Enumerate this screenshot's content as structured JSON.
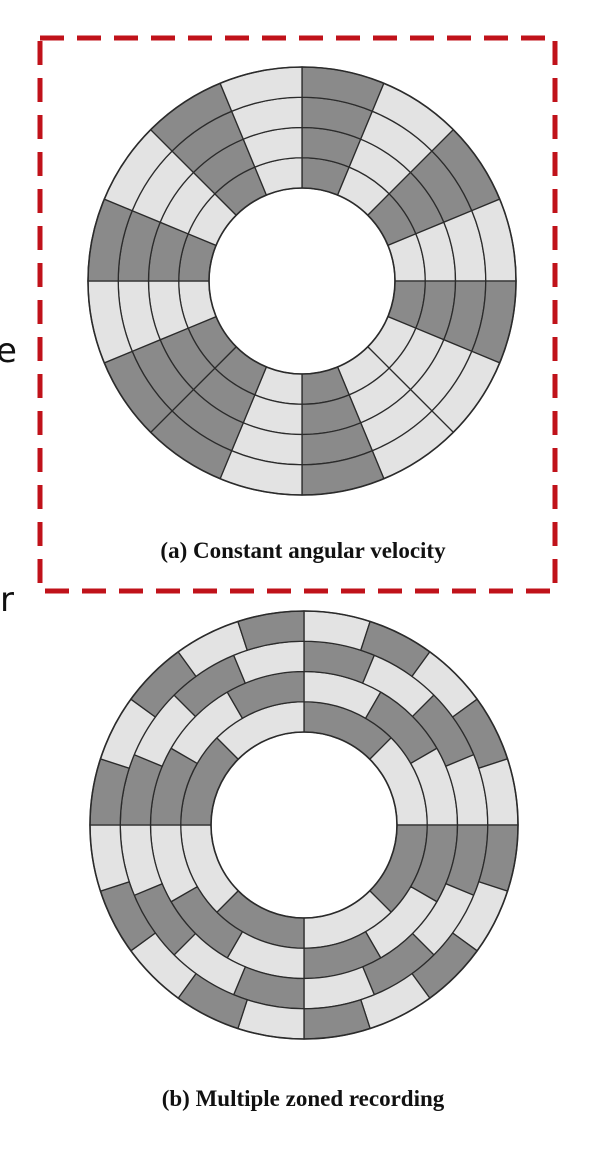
{
  "colors": {
    "dark_sector": "#8a8a8a",
    "light_sector": "#e3e3e3",
    "highlight_border": "#c0121a",
    "line": "#2b2b2b",
    "background": "#ffffff"
  },
  "edge_fragments": {
    "left_upper": "e",
    "left_lower": "r"
  },
  "panels": [
    {
      "id": "a",
      "caption": "(a) Constant angular velocity",
      "highlighted": true,
      "tracks": [
        {
          "sectors": 16,
          "pattern": "DLDLDLLDLDDLDLDL"
        },
        {
          "sectors": 16,
          "pattern": "DLDLDLLDLDDLDLDL"
        },
        {
          "sectors": 16,
          "pattern": "DLDLDLLDLDDLDLDL"
        },
        {
          "sectors": 16,
          "pattern": "DLDLDLLDLDDLDLDL"
        }
      ]
    },
    {
      "id": "b",
      "caption": "(b) Multiple zoned recording",
      "highlighted": false,
      "tracks": [
        {
          "sectors": 8,
          "pattern": "DLDLDLDL"
        },
        {
          "sectors": 12,
          "pattern": "LDLDLDLDLDLD"
        },
        {
          "sectors": 16,
          "pattern": "DLDLDLDLDLDLDLDL"
        },
        {
          "sectors": 20,
          "pattern": "LDLDLDLDLDLDLDLDLDLD"
        }
      ]
    }
  ]
}
